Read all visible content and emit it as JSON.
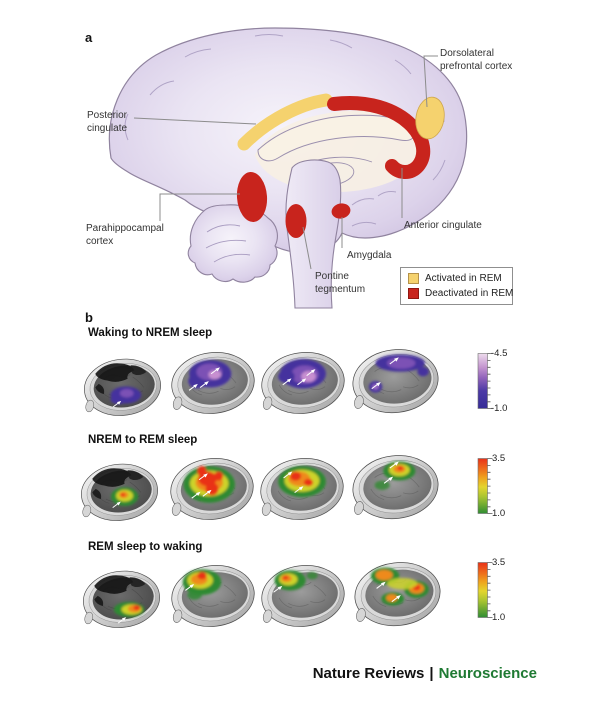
{
  "figure": {
    "panel_a": {
      "label": "a",
      "region_labels": {
        "posterior_cingulate": "Posterior cingulate",
        "dorsolateral_prefrontal": "Dorsolateral prefrontal cortex",
        "parahippocampal": "Parahippocampal cortex",
        "anterior_cingulate": "Anterior cingulate",
        "amygdala": "Amygdala",
        "pontine_tegmentum": "Pontine tegmentum"
      },
      "legend": {
        "items": [
          {
            "label": "Activated in REM",
            "color": "#F5D26E"
          },
          {
            "label": "Deactivated in REM",
            "color": "#C8241D"
          }
        ]
      }
    },
    "panel_b": {
      "label": "b",
      "rows": [
        {
          "title": "Waking to NREM sleep",
          "colorbar": {
            "top": "-4.5",
            "bottom": "-1.0",
            "palette": "purple",
            "top_color": "#EDDBEC",
            "bottom_color": "#362C97"
          }
        },
        {
          "title": "NREM to REM sleep",
          "colorbar": {
            "top": "3.5",
            "bottom": "1.0",
            "palette": "heat",
            "top_color": "#E93118",
            "bottom_color": "#2F8D33"
          }
        },
        {
          "title": "REM sleep to waking",
          "colorbar": {
            "top": "3.5",
            "bottom": "1.0",
            "palette": "heat",
            "top_color": "#E93118",
            "bottom_color": "#2F8D33"
          }
        }
      ]
    },
    "footer": {
      "journal": "Nature Reviews",
      "separator": "|",
      "section": "Neuroscience",
      "section_color": "#1F7A33"
    }
  }
}
